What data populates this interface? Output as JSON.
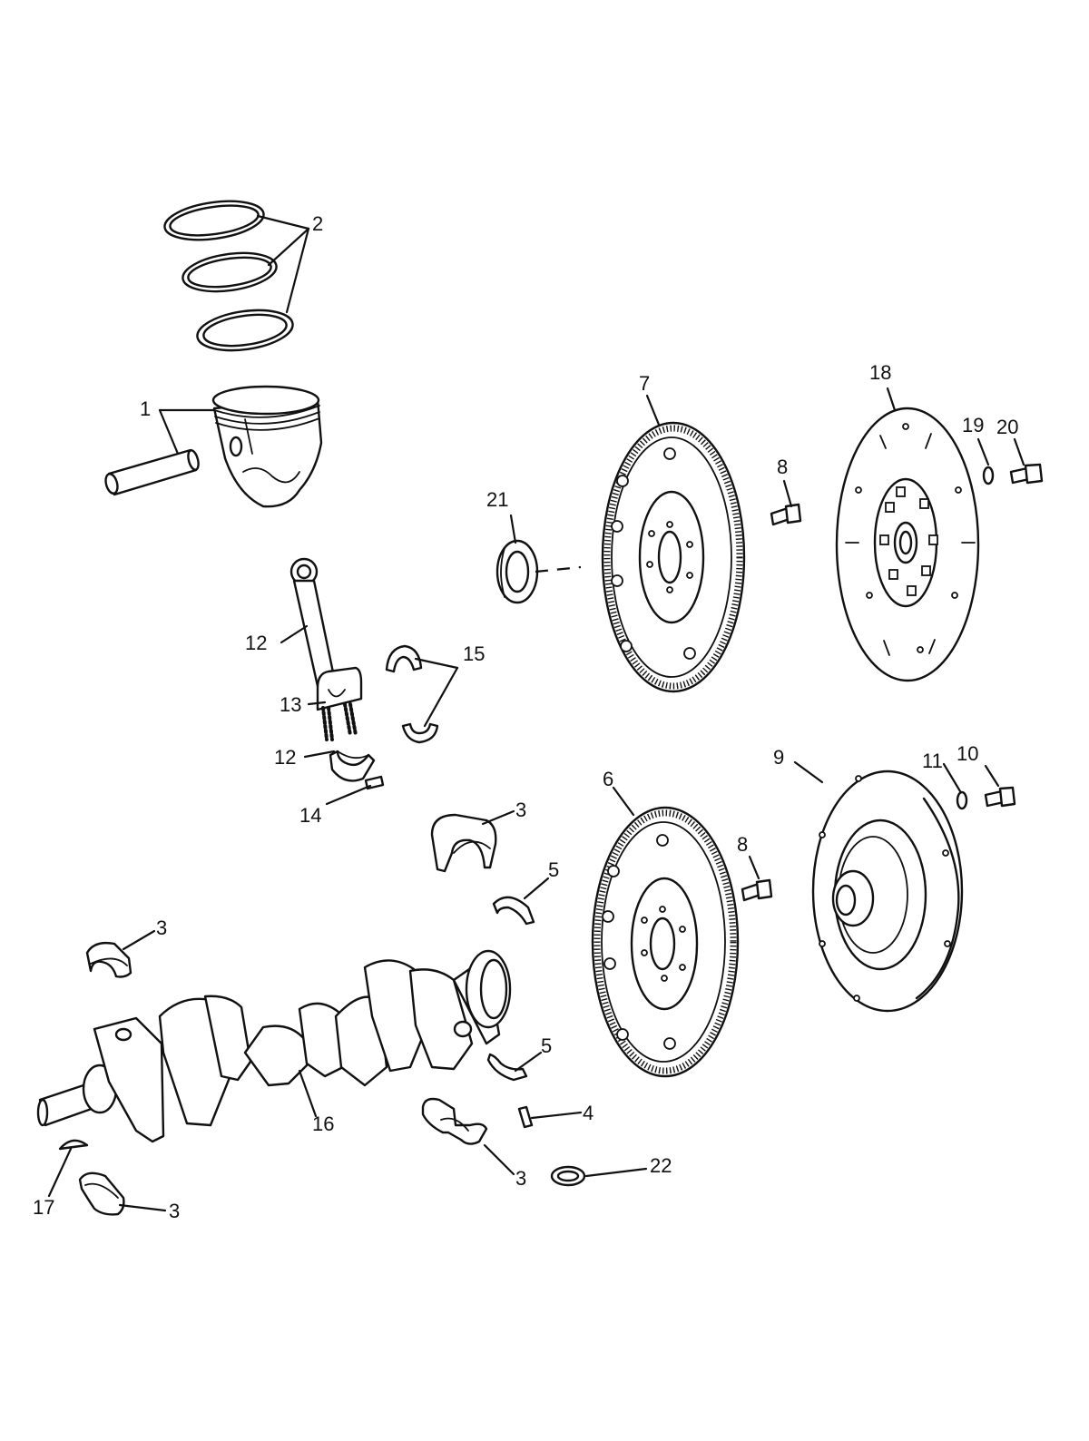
{
  "callouts": [
    {
      "id": "c1",
      "text": "1"
    },
    {
      "id": "c2",
      "text": "2"
    },
    {
      "id": "c3a",
      "text": "3"
    },
    {
      "id": "c3b",
      "text": "3"
    },
    {
      "id": "c3c",
      "text": "3"
    },
    {
      "id": "c3d",
      "text": "3"
    },
    {
      "id": "c4",
      "text": "4"
    },
    {
      "id": "c5a",
      "text": "5"
    },
    {
      "id": "c5b",
      "text": "5"
    },
    {
      "id": "c6",
      "text": "6"
    },
    {
      "id": "c7",
      "text": "7"
    },
    {
      "id": "c8a",
      "text": "8"
    },
    {
      "id": "c8b",
      "text": "8"
    },
    {
      "id": "c9",
      "text": "9"
    },
    {
      "id": "c10",
      "text": "10"
    },
    {
      "id": "c11",
      "text": "11"
    },
    {
      "id": "c12a",
      "text": "12"
    },
    {
      "id": "c12b",
      "text": "12"
    },
    {
      "id": "c13",
      "text": "13"
    },
    {
      "id": "c14",
      "text": "14"
    },
    {
      "id": "c15",
      "text": "15"
    },
    {
      "id": "c16",
      "text": "16"
    },
    {
      "id": "c17",
      "text": "17"
    },
    {
      "id": "c18",
      "text": "18"
    },
    {
      "id": "c19",
      "text": "19"
    },
    {
      "id": "c20",
      "text": "20"
    },
    {
      "id": "c21",
      "text": "21"
    },
    {
      "id": "c22",
      "text": "22"
    }
  ],
  "colors": {
    "line": "#111111",
    "background": "#ffffff"
  }
}
